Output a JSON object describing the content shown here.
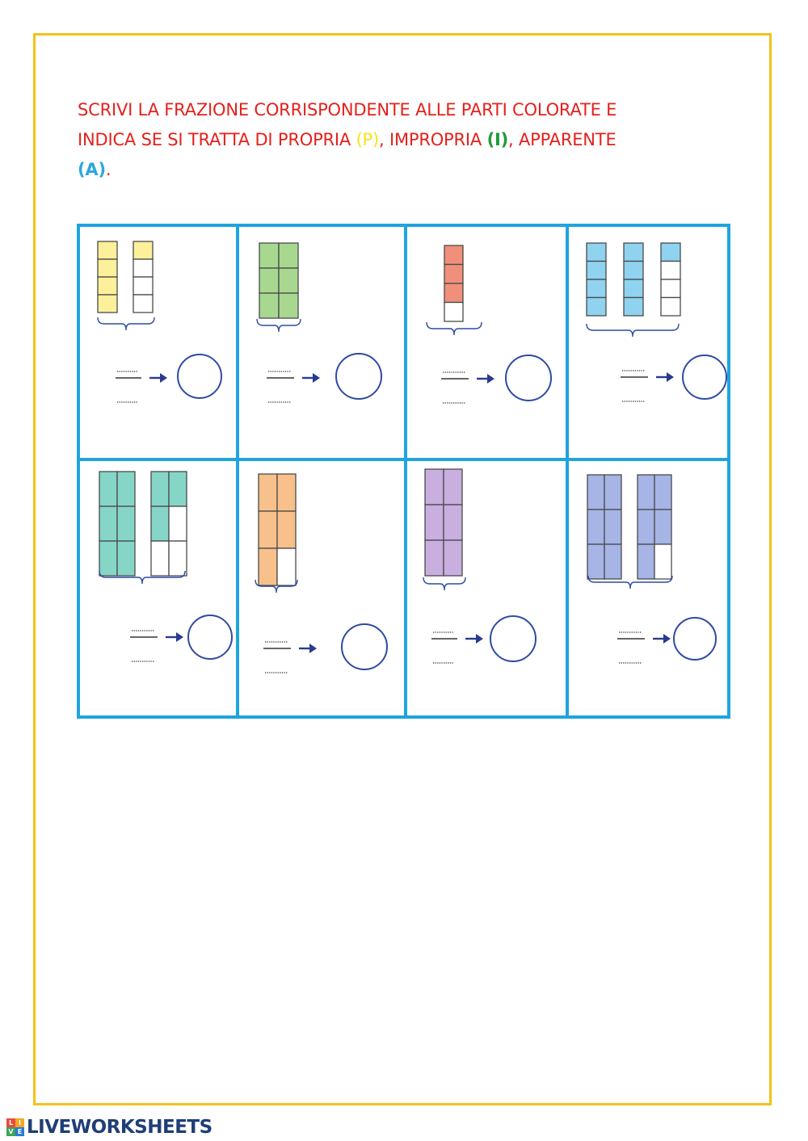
{
  "instructions": {
    "line1": "SCRIVI LA FRAZIONE CORRISPONDENTE ALLE PARTI COLORATE E",
    "line2_start": "INDICA SE SI TRATTA DI PROPRIA ",
    "p_label": "(P)",
    "sep1": ", IMPROPRIA ",
    "i_label": "(I)",
    "sep2": ", APPARENTE",
    "a_label": "(A)",
    "end": "."
  },
  "colors": {
    "border": "#f2c21b",
    "grid": "#1fa4df",
    "text": "#e3211c",
    "p": "#f4e41e",
    "i": "#1f9a3a",
    "a": "#2aa7df",
    "arrow": "#2a3a8f",
    "circle": "#2f4aa3"
  },
  "exercises": [
    {
      "fill": "#fcf19a",
      "unit_cols": 1,
      "unit_rows": 4,
      "units": 2,
      "colored_parts": 5,
      "parts_per_unit": 4
    },
    {
      "fill": "#a8d890",
      "unit_cols": 2,
      "unit_rows": 3,
      "units": 1,
      "colored_parts": 6,
      "parts_per_unit": 6
    },
    {
      "fill": "#f0907a",
      "unit_cols": 1,
      "unit_rows": 4,
      "units": 1,
      "colored_parts": 3,
      "parts_per_unit": 4
    },
    {
      "fill": "#8fd3f0",
      "unit_cols": 1,
      "unit_rows": 4,
      "units": 3,
      "colored_parts": 9,
      "parts_per_unit": 4
    },
    {
      "fill": "#86d6c8",
      "unit_cols": 2,
      "unit_rows": 3,
      "units": 2,
      "colored_parts": 9,
      "parts_per_unit": 6
    },
    {
      "fill": "#f8c08a",
      "unit_cols": 2,
      "unit_rows": 3,
      "units": 1,
      "colored_parts": 5,
      "parts_per_unit": 6
    },
    {
      "fill": "#c9aee0",
      "unit_cols": 2,
      "unit_rows": 3,
      "units": 1,
      "colored_parts": 6,
      "parts_per_unit": 6
    },
    {
      "fill": "#a6b4e6",
      "unit_cols": 2,
      "unit_rows": 3,
      "units": 2,
      "colored_parts": 11,
      "parts_per_unit": 6
    }
  ],
  "footer": {
    "logo_letters": [
      "L",
      "I",
      "V",
      "E"
    ],
    "logo_text": "LIVEWORKSHEETS"
  }
}
